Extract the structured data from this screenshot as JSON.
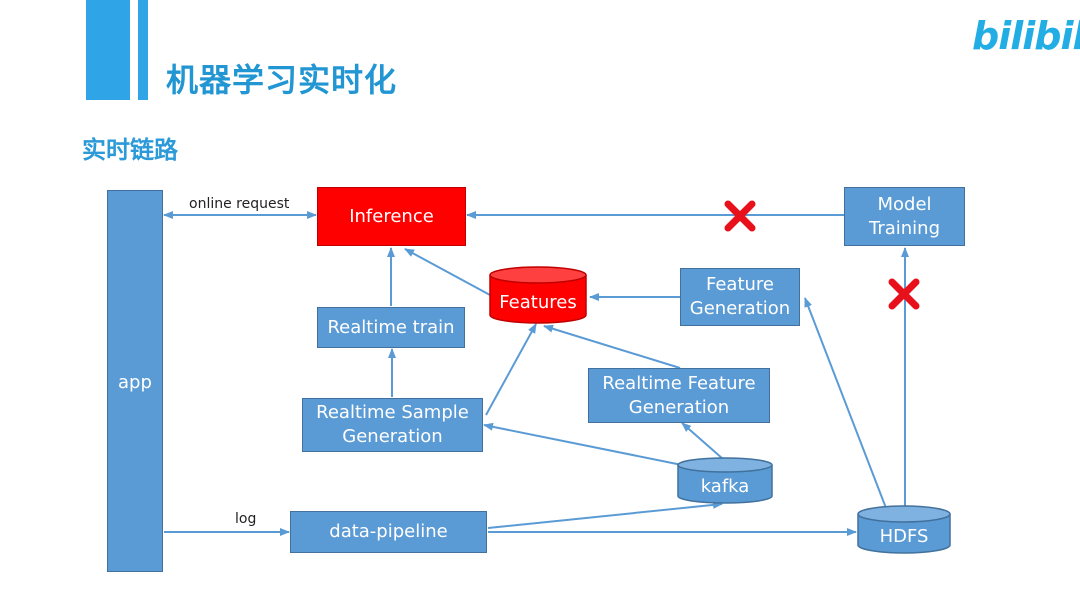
{
  "header": {
    "title": "机器学习实时化",
    "logo_text": "bilibili"
  },
  "section": {
    "subtitle": "实时链路"
  },
  "nodes": {
    "app": "app",
    "inference": "Inference",
    "model_training": "Model\nTraining",
    "features": "Features",
    "feature_generation": "Feature\nGeneration",
    "realtime_train": "Realtime train",
    "realtime_feature_generation": "Realtime Feature\nGeneration",
    "realtime_sample_generation": "Realtime Sample\nGeneration",
    "kafka": "kafka",
    "data_pipeline": "data-pipeline",
    "hdfs": "HDFS"
  },
  "edge_labels": {
    "online_request": "online request",
    "log": "log"
  },
  "colors": {
    "accent": "#2fa4e7",
    "node": "#5b9bd5",
    "highlight": "#ff0000",
    "edge": "#5b9bd5",
    "cross": "#e8101a"
  },
  "icons": {
    "blocked": "red-x-cross-icon"
  }
}
